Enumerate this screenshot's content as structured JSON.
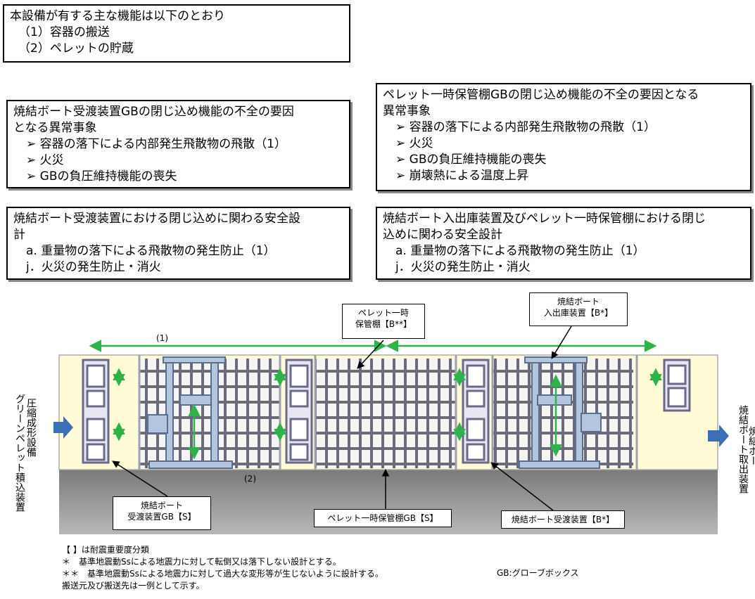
{
  "functions_box": {
    "lines": [
      "本設備が有する主な機能は以下のとおり",
      "（1）容器の搬送",
      "（2）ペレットの貯蔵"
    ]
  },
  "event_box_left": {
    "title_lines": [
      "焼結ボート受渡装置GBの閉じ込め機能の不全の要因",
      "となる異常事象"
    ],
    "items": [
      "➢ 容器の落下による内部発生飛散物の飛散（1）",
      "➢ 火災",
      "➢ GBの負圧維持機能の喪失"
    ]
  },
  "event_box_right": {
    "title_lines": [
      "ペレット一時保管棚GBの閉じ込め機能の不全の要因となる",
      "異常事象"
    ],
    "items": [
      "➢ 容器の落下による内部発生飛散物の飛散（1）",
      "➢ 火災",
      "➢ GBの負圧維持機能の喪失",
      "➢ 崩壊熱による温度上昇"
    ]
  },
  "design_box_left": {
    "title_lines": [
      "焼結ボート受渡装置における閉じ込めに関わる安全設",
      "計"
    ],
    "items": [
      "a. 重量物の落下による飛散物の発生防止（1）",
      "j．火災の発生防止・消火"
    ]
  },
  "design_box_right": {
    "title_lines": [
      "焼結ボート入出庫装置及びペレット一時保管棚における閉じ",
      "込めに関わる安全設計"
    ],
    "items": [
      "a. 重量物の落下による飛散物の発生防止（1）",
      "j．火災の発生防止・消火"
    ]
  },
  "diagram": {
    "arrow_label_1": "(1)",
    "arrow_label_2": "(2)",
    "left_side_label_col1": "圧縮成形設備",
    "left_side_label_col2": "グリーンペレット積込装置",
    "right_side_label_col1": "焼結ボート取出装置",
    "right_side_label_col2": "焼結ボー",
    "callouts": {
      "pellet_shelf_top": [
        "ペレット一時",
        "保管棚【B**】"
      ],
      "boat_inout_top": [
        "焼結ボート",
        "入出庫装置【B*】"
      ],
      "boat_transfer_gb": [
        "焼結ボート",
        "受渡装置GB【S】"
      ],
      "pellet_shelf_gb": [
        "ペレット一時保管棚GB【S】"
      ],
      "boat_transfer": [
        "焼結ボート受渡装置【B*】"
      ]
    }
  },
  "notes": [
    "【 】は耐震重要度分類",
    "＊　基準地震動Ssによる地震力に対して転倒又は落下しない設計とする。",
    "＊＊　基準地震動Ssによる地震力に対して過大な変形等が生じないように設計する。",
    "搬送元及び搬送先は一例として示す。"
  ],
  "gb_legend": "GB:グローブボックス",
  "colors": {
    "panel_fill": "#fffbd6",
    "floor": "#8c8c8c",
    "green_arrow": "#2eb34a",
    "blue_arrow": "#3b6fb6",
    "frame": "#7f7f9c"
  }
}
